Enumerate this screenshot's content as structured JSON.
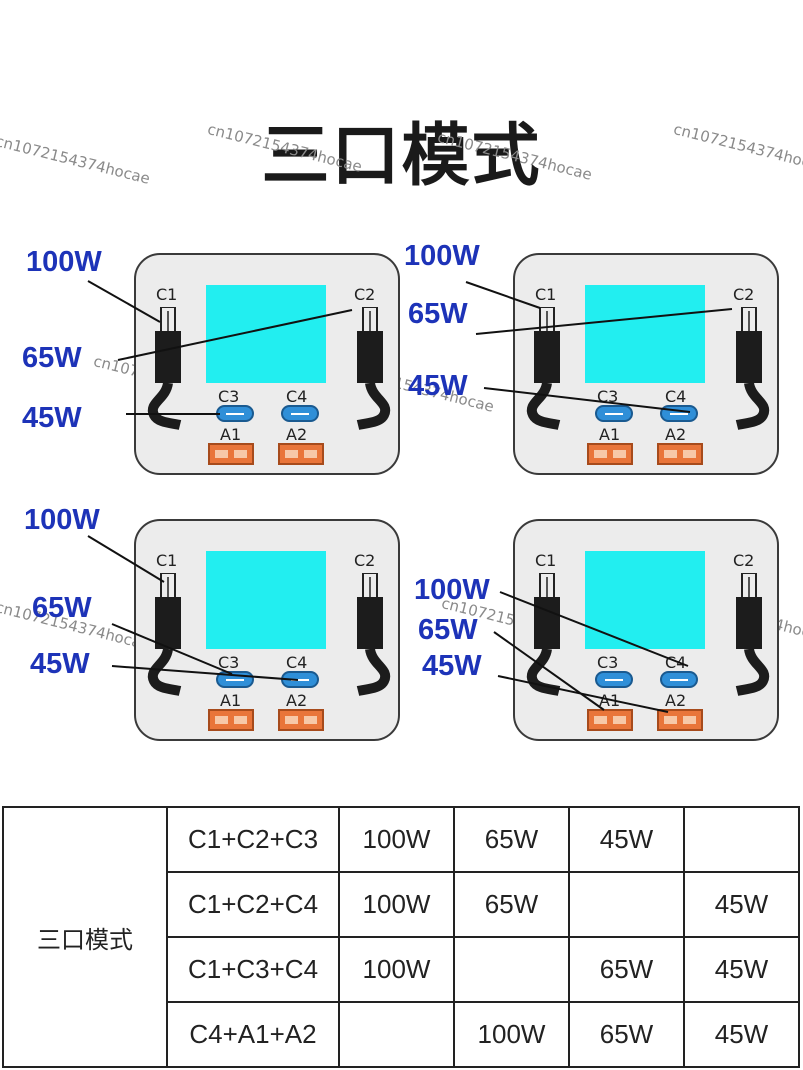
{
  "title": "三口模式",
  "watermark": "cn1072154374hocae",
  "port_labels": {
    "c1": "C1",
    "c2": "C2",
    "c3": "C3",
    "c4": "C4",
    "a1": "A1",
    "a2": "A2"
  },
  "colors": {
    "watt_label": "#1d33b8",
    "screen": "#22eef0",
    "usb_c_port": "#2f8fd8",
    "usb_a_port": "#e9753a",
    "panel": "#ececec"
  },
  "panels": [
    {
      "labels": [
        "100W",
        "65W",
        "45W"
      ]
    },
    {
      "labels": [
        "100W",
        "65W",
        "45W"
      ]
    },
    {
      "labels": [
        "100W",
        "65W",
        "45W"
      ]
    },
    {
      "labels": [
        "100W",
        "65W",
        "45W"
      ]
    }
  ],
  "table": {
    "mode_label": "三口模式",
    "rows": [
      {
        "combo": "C1+C2+C3",
        "cells": [
          "100W",
          "65W",
          "45W",
          ""
        ]
      },
      {
        "combo": "C1+C2+C4",
        "cells": [
          "100W",
          "65W",
          "",
          "45W"
        ]
      },
      {
        "combo": "C1+C3+C4",
        "cells": [
          "100W",
          "",
          "65W",
          "45W"
        ]
      },
      {
        "combo": "C4+A1+A2",
        "cells": [
          "",
          "100W",
          "65W",
          "45W"
        ]
      }
    ]
  }
}
